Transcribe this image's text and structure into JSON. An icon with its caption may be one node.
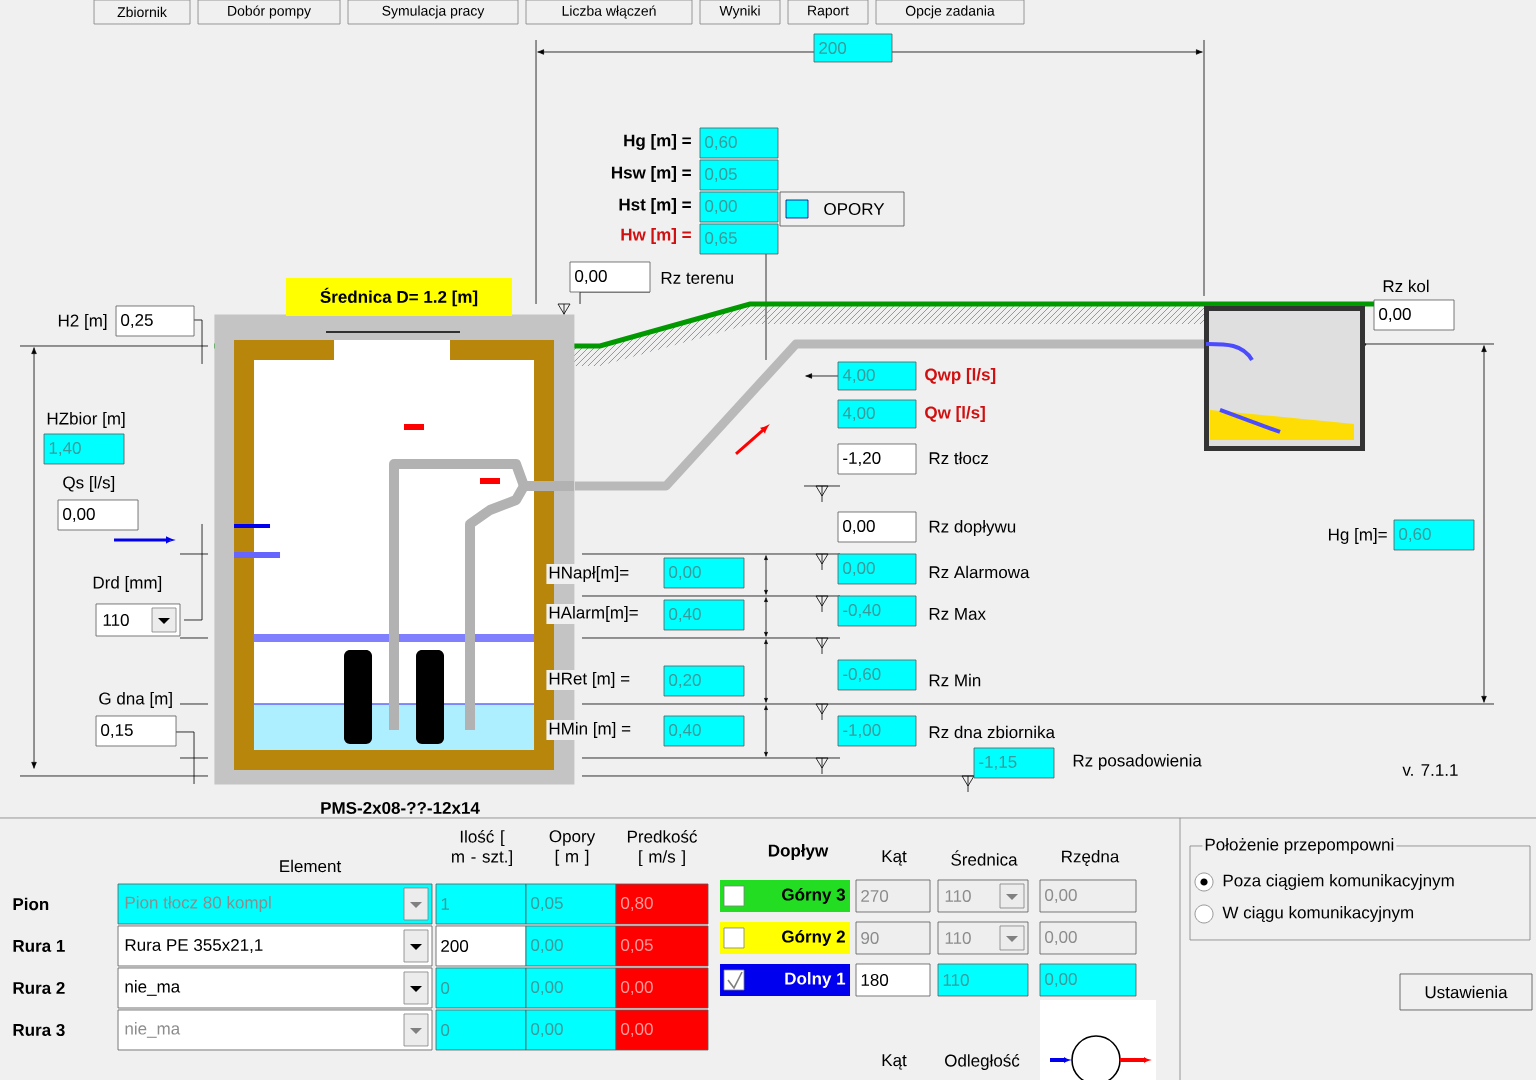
{
  "diagram": {
    "nodes": [
      {
        "text": [],
        "shape": "picture",
        "beside": [
          "Średnica D= 1.2 [m]"
        ]
      },
      {
        "text": [],
        "shape": "picture"
      }
    ],
    "edges": [
      {
        "from": 0,
        "to": 1,
        "arrow": "none"
      }
    ],
    "labels": [
      "Zbiornik",
      "Dobór pompy",
      "Symulacja pracy",
      "Liczba włączeń",
      "Wyniki",
      "Raport",
      "Opcje zadania",
      "200",
      "Hg [m] =",
      "0,60",
      "Hsw [m] =",
      "0,05",
      "Hst [m] =",
      "0,00",
      "Hw [m] =",
      "0,65",
      "OPORY",
      "0,00",
      "Rz terenu",
      "Rz kol",
      "0,00",
      "H2 [m]",
      "0,25",
      "4,00",
      "Qwp [l/s]",
      "HZbior [m]",
      "4,00",
      "Qw [l/s]",
      "1,40",
      "-1,20",
      "Rz tłocz",
      "Qs [l/s]",
      "0,00",
      "0,00",
      "Rz dopływu",
      "Hg [m]=",
      "0,60",
      "HNapł[m]=",
      "0,00",
      "0,00",
      "Rz Alarmowa",
      "Drd [mm]",
      "110",
      "HAlarm[m]=",
      "0,40",
      "-0,40",
      "Rz Max",
      "HRet [m] =",
      "0,20",
      "-0,60",
      "Rz Min",
      "G dna [m]",
      "0,15",
      "HMin [m] =",
      "0,40",
      "-1,00",
      "Rz dna zbiornika",
      "-1,15",
      "Rz posadowienia",
      "v. 7.1.1",
      "PMS-2x08-??-12x14",
      "Element",
      "Ilość [ m - szt.]",
      "Opory [ m ]",
      "Predkość [ m/s ]",
      "Pion",
      "Pion tłocz 80 kompl",
      "1",
      "0,05",
      "0,80",
      "Rura 1",
      "Rura PE 355x21,1",
      "200",
      "0,00",
      "0,05",
      "Rura 2",
      "nie_ma",
      "0",
      "0,00",
      "0,00",
      "Rura 3",
      "nie_ma",
      "0",
      "0,00",
      "0,00",
      "Dopływ",
      "Kąt",
      "Średnica",
      "Rzędna",
      "Górny 3",
      "270",
      "110",
      "0,00",
      "Górny 2",
      "90",
      "110",
      "0,00",
      "Dolny 1",
      "180",
      "110",
      "0,00",
      "Kąt",
      "Odległość",
      "Położenie przepompowni",
      "Poza ciągiem komunikacyjnym",
      "W ciągu komunikacyjnym",
      "Ustawienia"
    ]
  }
}
